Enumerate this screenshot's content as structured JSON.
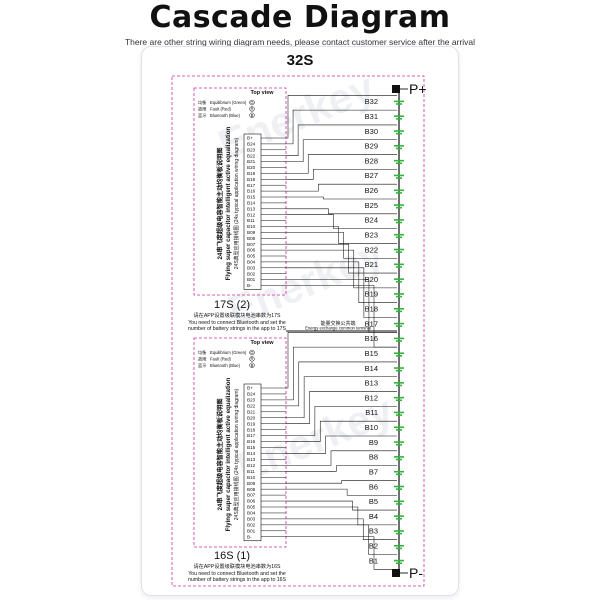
{
  "title": "Cascade Diagram",
  "subtitle": "There are other string wiring diagram needs, please contact customer service after the arrival",
  "heading": "32S",
  "watermark": "Enerkey",
  "terminals": {
    "positive": "P+",
    "negative": "P-"
  },
  "battery_labels": [
    "B32",
    "B31",
    "B30",
    "B29",
    "B28",
    "B27",
    "B26",
    "B25",
    "B24",
    "B23",
    "B22",
    "B21",
    "B20",
    "B19",
    "B18",
    "B17",
    "B16",
    "B15",
    "B14",
    "B13",
    "B12",
    "B11",
    "B10",
    "B9",
    "B8",
    "B7",
    "B6",
    "B5",
    "B4",
    "B3",
    "B2",
    "B1"
  ],
  "energy_exchange": {
    "cn": "能量交换公共端",
    "en": "Energy exchange common terminal"
  },
  "colors": {
    "wire": "#111111",
    "cell": "#2fb53a",
    "frame": "#cc2f9e"
  },
  "modules": [
    {
      "id": "upper",
      "top_view": "Top view",
      "legend": [
        {
          "cn": "均衡",
          "en": "Equilibrium (Green)",
          "key": "G"
        },
        {
          "cn": "故障",
          "en": "Fault (Red)",
          "key": "R"
        },
        {
          "cn": "蓝牙",
          "en": "Bluetooth (Blue)",
          "key": "B"
        }
      ],
      "pins": [
        "B+",
        "B24",
        "B23",
        "B22",
        "B21",
        "B20",
        "B19",
        "B18",
        "B17",
        "B16",
        "B15",
        "B14",
        "B13",
        "B12",
        "B11",
        "B10",
        "B09",
        "B08",
        "B07",
        "B06",
        "B05",
        "B04",
        "B03",
        "B02",
        "B01",
        "B-"
      ],
      "side_cn": "24串飞度超级电容智能主动均衡板说明图",
      "side_en": "Flying super capacitor intelligent active equalization",
      "side_small": "24S典型应用接线图 (24s typical application wiring diagram)",
      "label": "17S  (2)",
      "note_cn": "请在APP设置级联模块电池串数为17S",
      "note_en1": "You need to connect Bluetooth and set the",
      "note_en2": "number of battery strings in the app to 17S"
    },
    {
      "id": "lower",
      "top_view": "Top view",
      "legend": [
        {
          "cn": "均衡",
          "en": "Equilibrium (Green)",
          "key": "G"
        },
        {
          "cn": "故障",
          "en": "Fault (Red)",
          "key": "R"
        },
        {
          "cn": "蓝牙",
          "en": "Bluetooth (Blue)",
          "key": "B"
        }
      ],
      "pins": [
        "B+",
        "B24",
        "B23",
        "B22",
        "B21",
        "B20",
        "B19",
        "B18",
        "B17",
        "B16",
        "B15",
        "B14",
        "B13",
        "B12",
        "B11",
        "B10",
        "B09",
        "B08",
        "B07",
        "B06",
        "B05",
        "B04",
        "B03",
        "B02",
        "B01",
        "B-"
      ],
      "side_cn": "24串飞度超级电容智能主动均衡板说明图",
      "side_en": "Flying super capacitor intelligent active equalization",
      "side_small": "24S典型应用接线图 (24s typical application wiring diagram)",
      "label": "16S  (1)",
      "note_cn": "请在APP设置级联模块电池串数为16S",
      "note_en1": "You need to connect Bluetooth and set the",
      "note_en2": "number of battery strings in the app to 16S"
    }
  ]
}
